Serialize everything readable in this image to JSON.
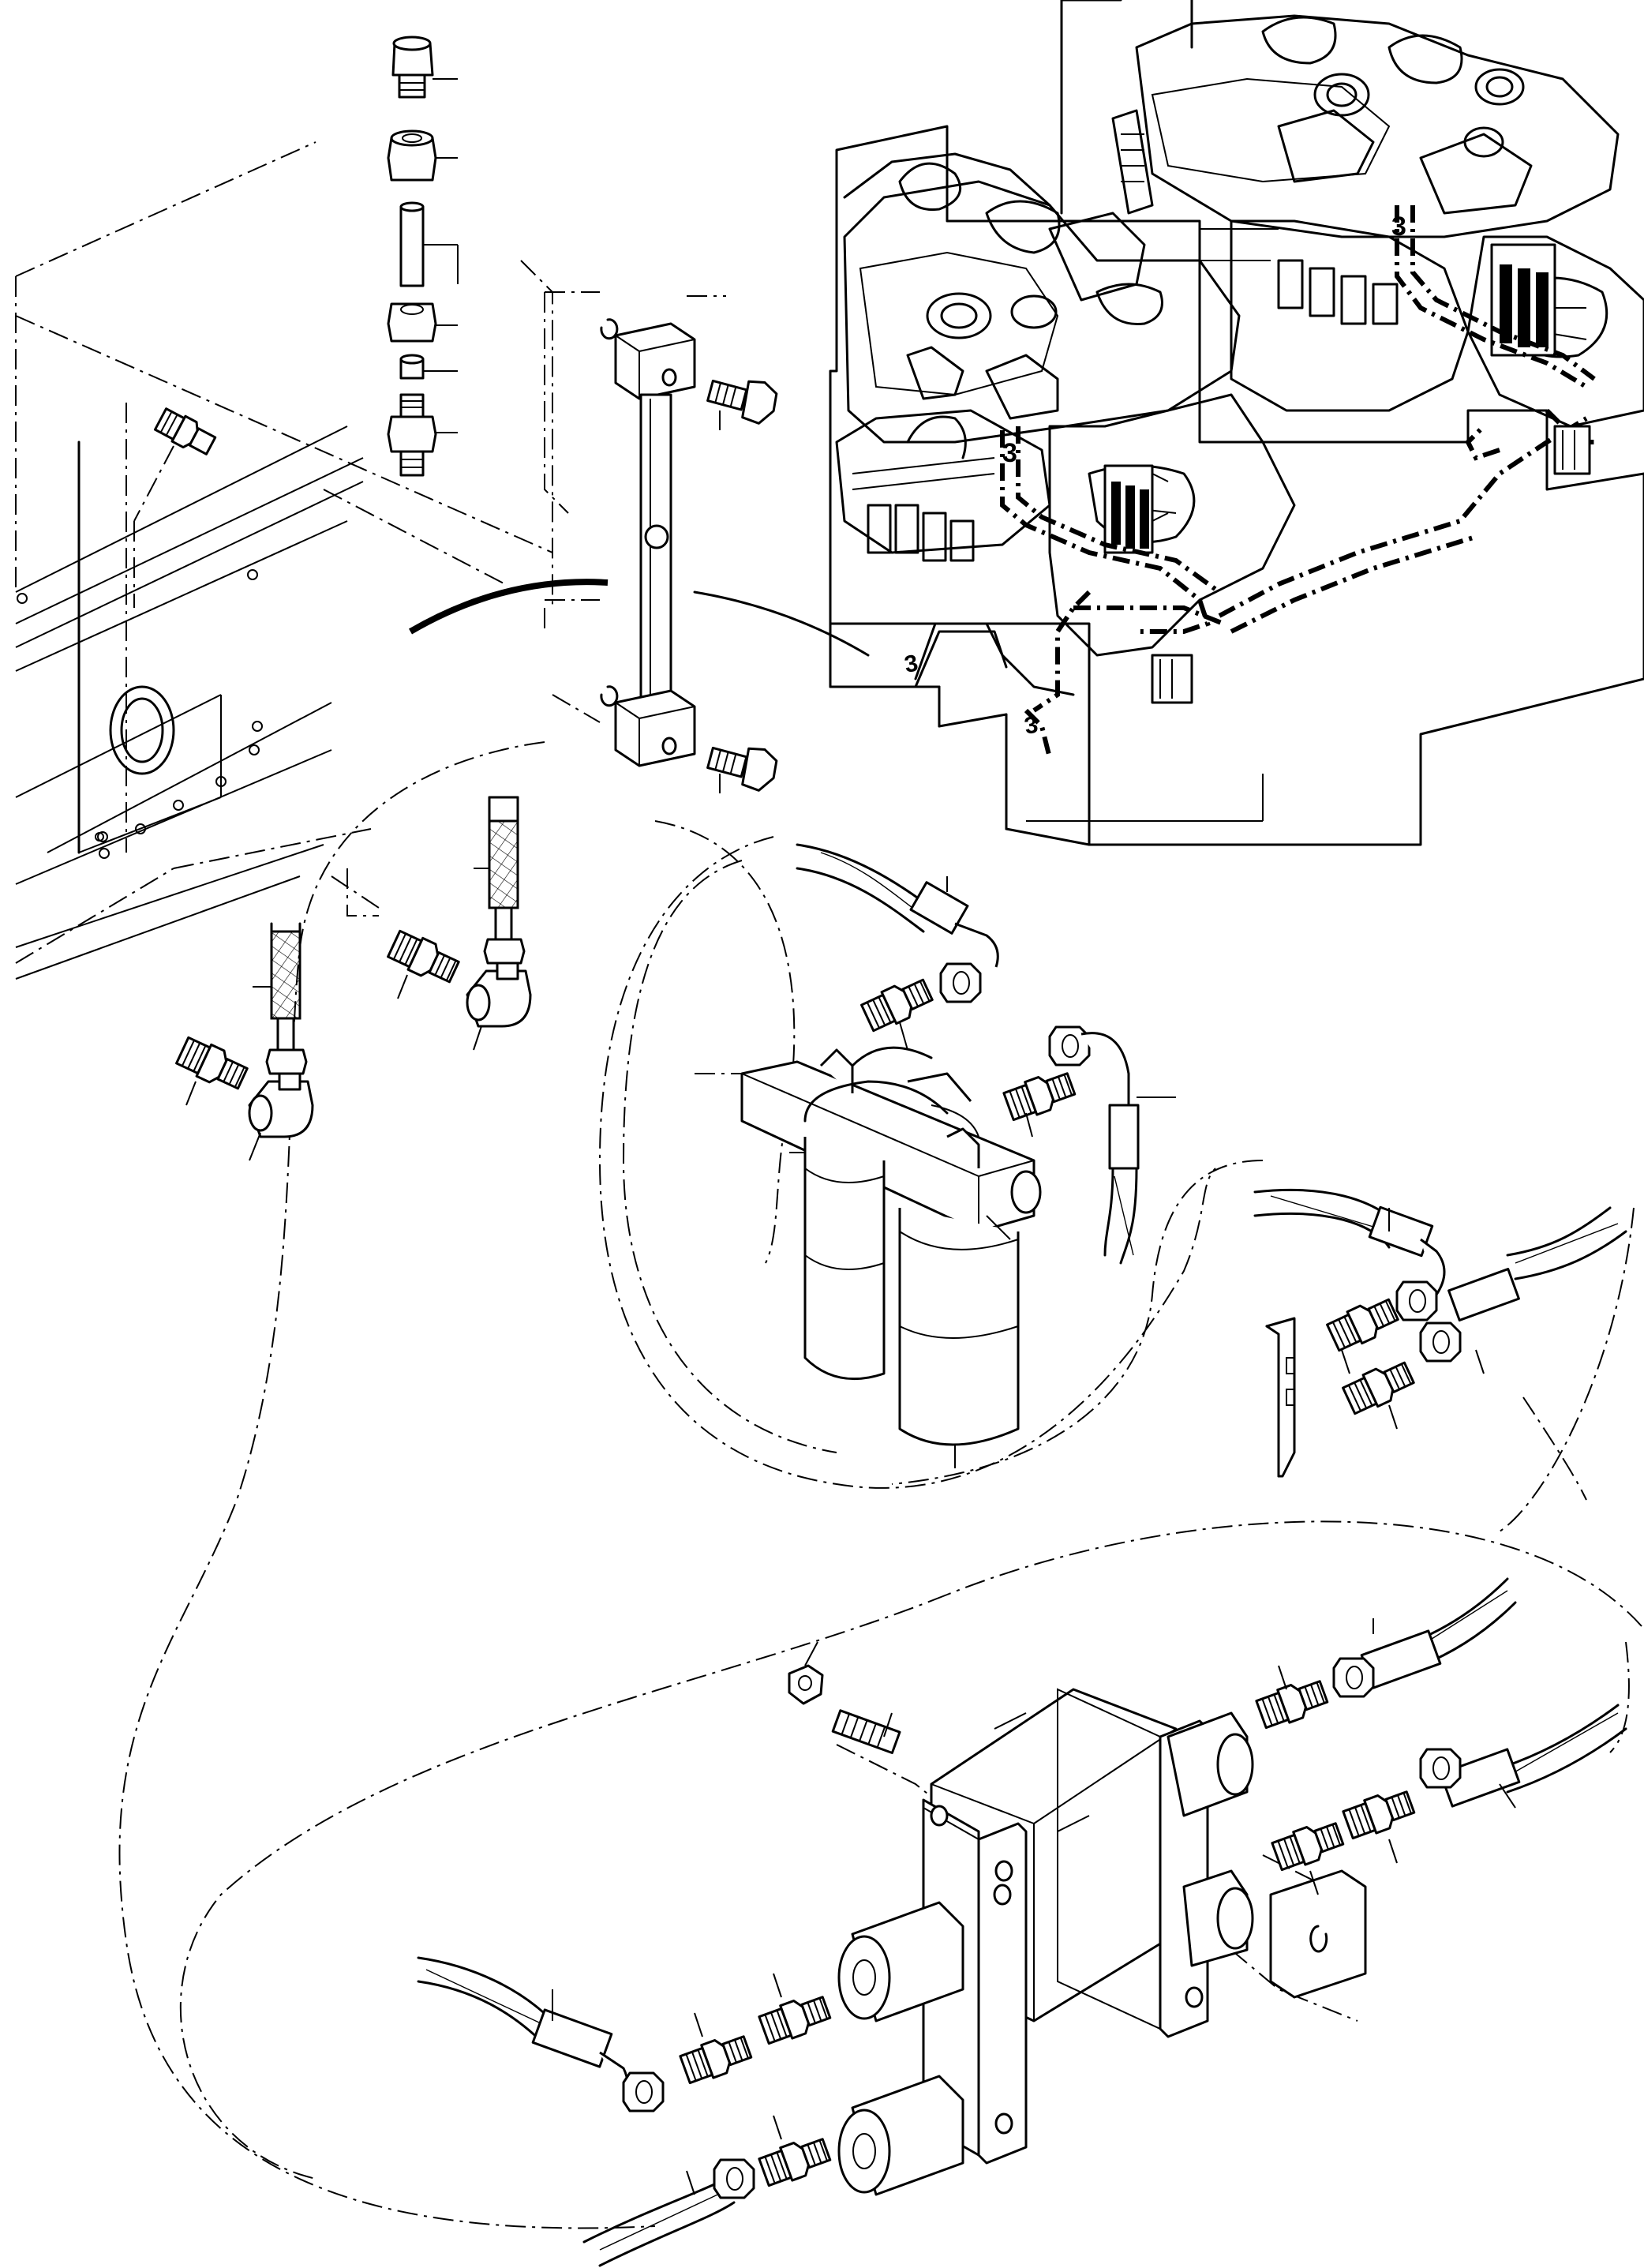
{
  "drawing": {
    "engine_lettering": [
      "3",
      "3",
      "3",
      "3"
    ],
    "colors": {
      "line": "#000000",
      "background": "#ffffff"
    },
    "icons": [
      "engine-assembly-icon",
      "sight-glass-tube-icon",
      "compression-fitting-stack-icon",
      "twin-spin-on-filter-icon",
      "plate-heat-exchanger-icon",
      "hydraulic-hose-icon",
      "banjo-bolt-icon",
      "elbow-fitting-icon",
      "adapter-fitting-icon",
      "mounting-bracket-icon"
    ]
  }
}
